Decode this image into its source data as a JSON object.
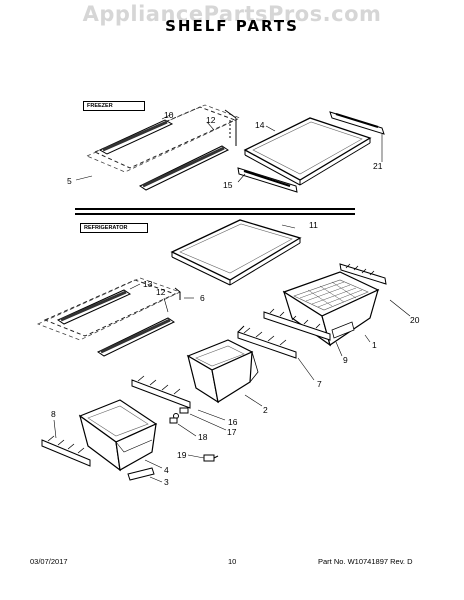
{
  "watermark": "AppliancePartsPros.com",
  "title": "SHELF PARTS",
  "sections": {
    "freezer": "FREEZER",
    "refrigerator": "REFRIGERATOR"
  },
  "callouts": {
    "c1": "1",
    "c2": "2",
    "c3": "3",
    "c4": "4",
    "c5": "5",
    "c6": "6",
    "c7": "7",
    "c8": "8",
    "c9": "9",
    "c10": "10",
    "c11": "11",
    "c12a": "12",
    "c12b": "12",
    "c13": "13",
    "c14": "14",
    "c15": "15",
    "c16": "16",
    "c17": "17",
    "c18": "18",
    "c19": "19",
    "c20": "20",
    "c21": "21"
  },
  "footer": {
    "date": "03/07/2017",
    "page": "10",
    "part": "Part No.  W10741897  Rev. D"
  }
}
